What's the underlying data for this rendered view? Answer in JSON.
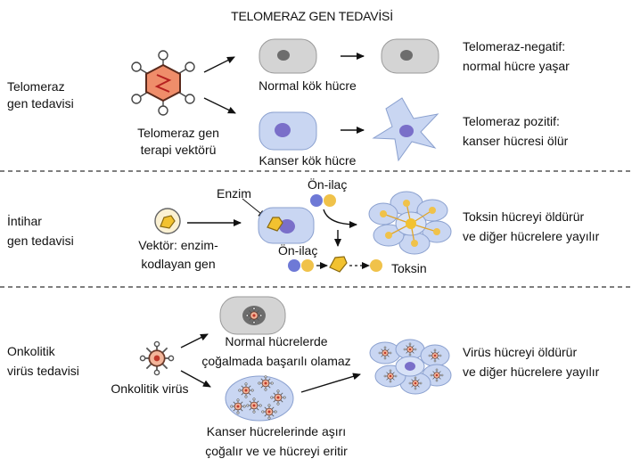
{
  "title": "TELOMERAZ GEN TEDAVİSİ",
  "rows": [
    {
      "label": [
        "Telomeraz",
        "gen tedavisi"
      ],
      "vector_label": [
        "Telomeraz gen",
        "terapi vektörü"
      ],
      "cells": [
        {
          "label": "Normal kök hücre",
          "outcome": [
            "Telomeraz-negatif:",
            "normal hücre yaşar"
          ]
        },
        {
          "label": "Kanser kök hücre",
          "outcome": [
            "Telomeraz pozitif:",
            "kanser hücresi ölür"
          ]
        }
      ]
    },
    {
      "label": [
        "İntihar",
        "gen tedavisi"
      ],
      "vector_label": [
        "Vektör: enzim-",
        "kodlayan gen"
      ],
      "enzyme_label": "Enzim",
      "prodrug_label": "Ön-ilaç",
      "toxin_label": "Toksin",
      "outcome": [
        "Toksin hücreyi öldürür",
        "ve diğer hücrelere yayılır"
      ]
    },
    {
      "label": [
        "Onkolitik",
        "virüs tedavisi"
      ],
      "vector_label": "Onkolitik virüs",
      "normal_label": [
        "Normal hücrelerde",
        "çoğalmada başarılı olamaz"
      ],
      "cancer_label": [
        "Kanser hücrelerinde aşırı",
        "çoğalır ve ve hücreyi eritir"
      ],
      "outcome": [
        "Virüs hücreyi öldürür",
        "ve diğer hücrelere yayılır"
      ]
    }
  ],
  "colors": {
    "normal_cell": "#d4d4d4",
    "cancer_cell": "#c9d6f2",
    "nucleus_blue": "#7a6fc9",
    "vector_orange": "#ef8d6a",
    "enzyme_yellow": "#f2c230",
    "prodrug_blue": "#6e79d6",
    "prodrug_gold": "#f0c24a"
  }
}
